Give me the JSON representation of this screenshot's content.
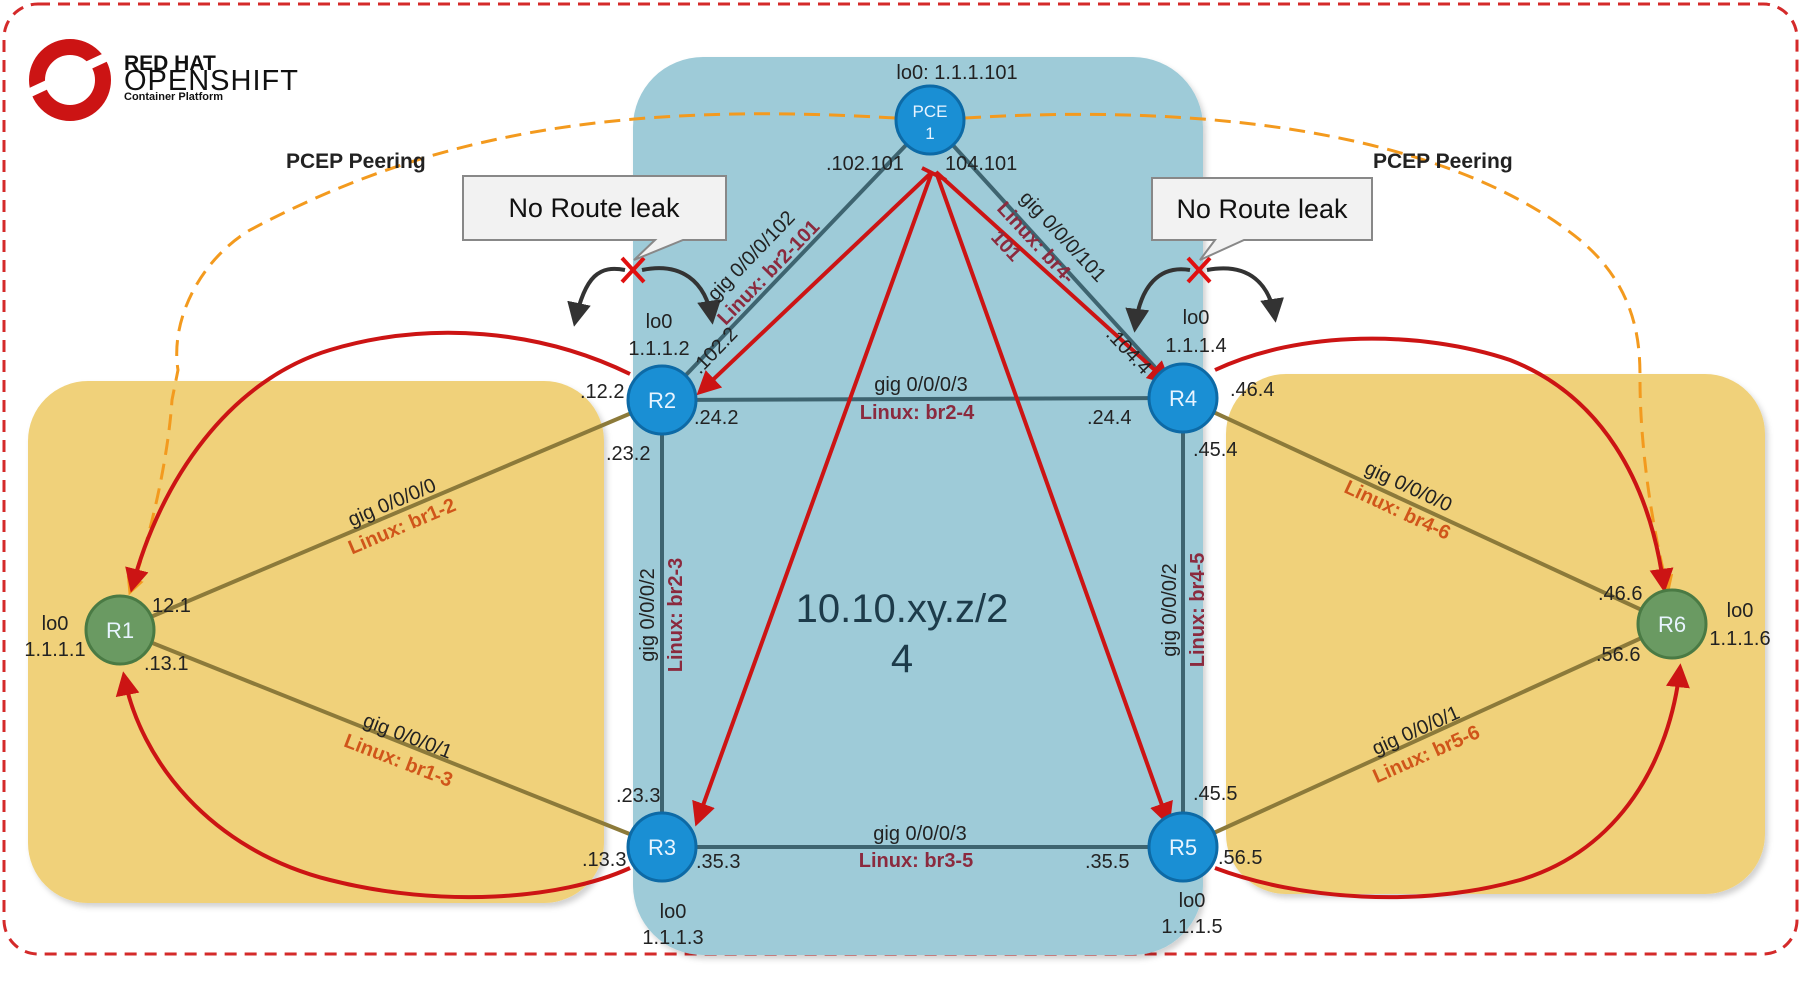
{
  "logo": {
    "line1": "RED HAT",
    "line2": "OPENSHIFT",
    "line3": "Container Platform"
  },
  "peering": {
    "left": "PCEP Peering",
    "right": "PCEP Peering"
  },
  "callouts": {
    "left": "No Route leak",
    "right": "No Route leak"
  },
  "subnet": {
    "line1": "10.10.xy.z/2",
    "line2": "4"
  },
  "nodes": {
    "pce": {
      "label1": "PCE",
      "label2": "1",
      "lo": "lo0:  1.1.1.101"
    },
    "r1": {
      "label": "R1",
      "lo": "lo0",
      "ip": "1.1.1.1"
    },
    "r2": {
      "label": "R2",
      "lo": "lo0",
      "ip": "1.1.1.2"
    },
    "r3": {
      "label": "R3",
      "lo": "lo0",
      "ip": "1.1.1.3"
    },
    "r4": {
      "label": "R4",
      "lo": "lo0",
      "ip": "1.1.1.4"
    },
    "r5": {
      "label": "R5",
      "lo": "lo0",
      "ip": "1.1.1.5"
    },
    "r6": {
      "label": "R6",
      "lo": "lo0",
      "ip": "1.1.1.6"
    }
  },
  "addresses": {
    "pce_102": ".102.101",
    "pce_104": "104.101",
    "r2_102": ".102.2",
    "r2_12": ".12.2",
    "r2_24": ".24.2",
    "r2_23": ".23.2",
    "r4_104": ".104.4",
    "r4_46": ".46.4",
    "r4_24": ".24.4",
    "r4_45": ".45.4",
    "r1_12": "12.1",
    "r1_13": ".13.1",
    "r3_23": ".23.3",
    "r3_13": ".13.3",
    "r3_35": ".35.3",
    "r5_45": ".45.5",
    "r5_35": ".35.5",
    "r5_56": ".56.5",
    "r6_46": ".46.6",
    "r6_56": ".56.6"
  },
  "links": {
    "pce_r2": {
      "gig": "gig  0/0/0/102",
      "linux": "Linux: br2-101"
    },
    "pce_r4": {
      "gig": "gig  0/0/0/101",
      "linux1": "Linux: br4-",
      "linux2": "101"
    },
    "r2_r4": {
      "gig": "gig  0/0/0/3",
      "linux": "Linux: br2-4"
    },
    "r1_r2": {
      "gig": "gig 0/0/0/0",
      "linux": "Linux: br1-2"
    },
    "r1_r3": {
      "gig": "gig 0/0/0/1",
      "linux": "Linux: br1-3"
    },
    "r2_r3": {
      "gig": "gig 0/0/0/2",
      "linux": "Linux: br2-3"
    },
    "r4_r5": {
      "gig": "gig 0/0/0/2",
      "linux": "Linux: br4-5"
    },
    "r3_r5": {
      "gig": "gig 0/0/0/3",
      "linux": "Linux: br3-5"
    },
    "r4_r6": {
      "gig": "gig 0/0/0/0",
      "linux": "Linux: br4-6"
    },
    "r5_r6": {
      "gig": "gig 0/0/0/1",
      "linux": "Linux: br5-6"
    }
  },
  "colors": {
    "frame": "#d42a2a",
    "center_region": "#9ecbd8",
    "side_region": "#f0d17a",
    "node_blue": "#1a8fd4",
    "node_green": "#6a9a62",
    "link_dark": "#3e6470",
    "link_olive": "#8c7a3a",
    "arrow_red": "#cc1414",
    "peering_orange": "#f39a1e"
  }
}
